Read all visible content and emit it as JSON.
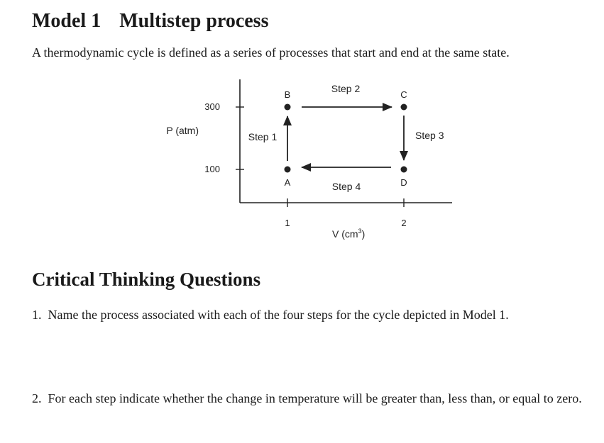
{
  "model": {
    "number": "Model 1",
    "title": "Multistep process",
    "intro": "A thermodynamic cycle is defined as a series of processes that start and end at the same state."
  },
  "diagram": {
    "y_axis_label": "P (atm)",
    "x_axis_label_base": "V (cm",
    "x_axis_label_sup": "3",
    "x_axis_label_end": ")",
    "y_ticks": [
      "300",
      "100"
    ],
    "x_ticks": [
      "1",
      "2"
    ],
    "points": [
      {
        "label": "A",
        "V": 1,
        "P": 100
      },
      {
        "label": "B",
        "V": 1,
        "P": 300
      },
      {
        "label": "C",
        "V": 2,
        "P": 300
      },
      {
        "label": "D",
        "V": 2,
        "P": 100
      }
    ],
    "steps": [
      {
        "label": "Step 1",
        "from": "A",
        "to": "B"
      },
      {
        "label": "Step 2",
        "from": "B",
        "to": "C"
      },
      {
        "label": "Step 3",
        "from": "C",
        "to": "D"
      },
      {
        "label": "Step 4",
        "from": "D",
        "to": "A"
      }
    ]
  },
  "critical_thinking": {
    "heading": "Critical Thinking Questions",
    "questions": [
      {
        "number": "1.",
        "text": "Name the process associated with each of the four steps for the cycle depicted in Model 1."
      },
      {
        "number": "2.",
        "text": "For each step indicate whether the change in temperature will be greater than, less than, or equal to zero."
      }
    ]
  }
}
